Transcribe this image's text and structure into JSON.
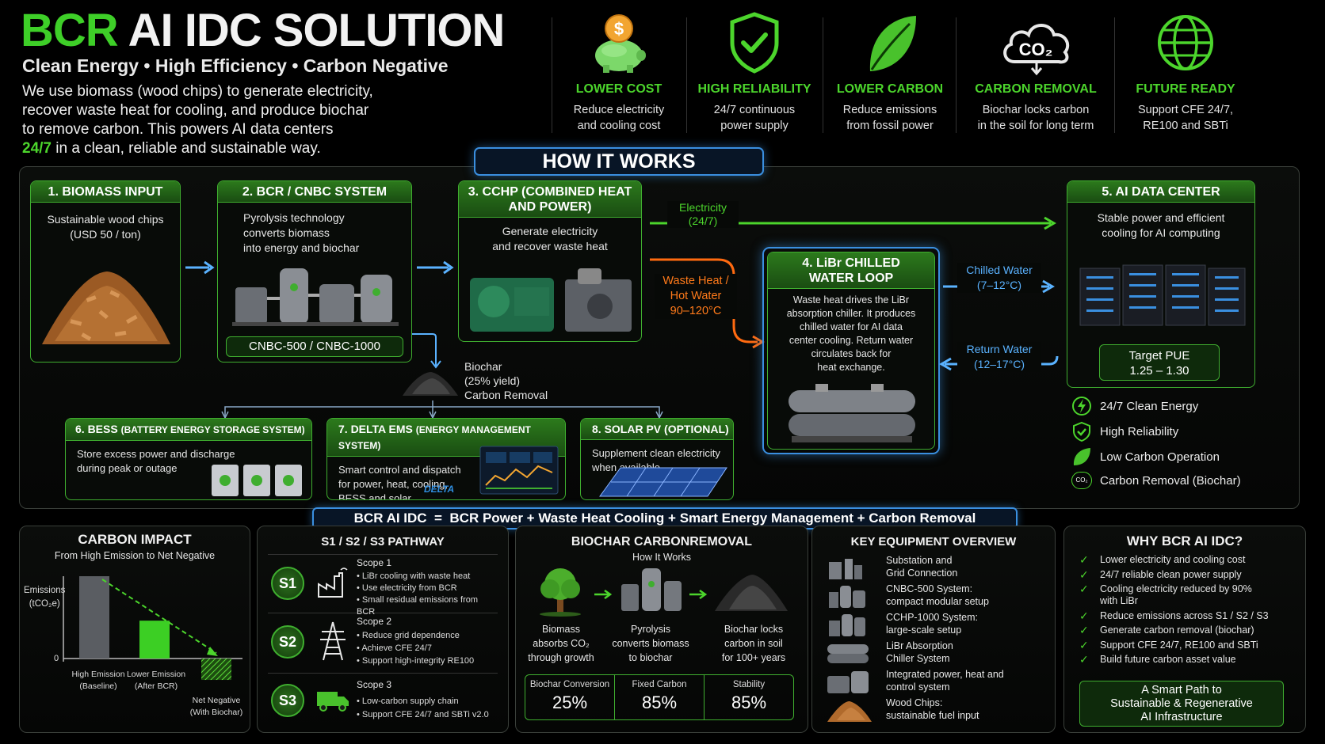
{
  "header": {
    "title_bcr": "BCR",
    "title_rest": " AI IDC SOLUTION",
    "subtitle": "Clean Energy • High Efficiency • Carbon Negative",
    "desc_lines": [
      "We use biomass (wood chips) to generate electricity,",
      "recover waste heat for cooling, and produce biochar",
      "to remove carbon. This powers AI data centers"
    ],
    "desc_highlight": "24/7",
    "desc_last": " in a clean, reliable and sustainable way."
  },
  "benefits": [
    {
      "icon": "piggy-bank-icon",
      "title": "LOWER COST",
      "l1": "Reduce electricity",
      "l2": "and cooling cost"
    },
    {
      "icon": "shield-check-icon",
      "title": "HIGH RELIABILITY",
      "l1": "24/7 continuous",
      "l2": "power supply"
    },
    {
      "icon": "leaf-icon",
      "title": "LOWER CARBON",
      "l1": "Reduce emissions",
      "l2": "from fossil power"
    },
    {
      "icon": "co2-cloud-icon",
      "title": "CARBON REMOVAL",
      "l1": "Biochar locks carbon",
      "l2": "in the soil for long term"
    },
    {
      "icon": "globe-icon",
      "title": "FUTURE READY",
      "l1": "Support CFE 24/7,",
      "l2": "RE100 and SBTi"
    }
  ],
  "co2_label": "CO₂",
  "how": {
    "title": "HOW IT WORKS",
    "s1": {
      "title": "1. BIOMASS INPUT",
      "l1": "Sustainable wood chips",
      "l2": "(USD 50 / ton)"
    },
    "s2": {
      "title": "2. BCR / CNBC SYSTEM",
      "l1": "Pyrolysis technology",
      "l2": "converts biomass",
      "l3": "into energy and biochar",
      "model": "CNBC-500 / CNBC-1000"
    },
    "s3": {
      "title1": "3. CCHP (COMBINED HEAT",
      "title2": "AND POWER)",
      "l1": "Generate electricity",
      "l2": "and recover waste heat"
    },
    "s4": {
      "title1": "4. LiBr CHILLED",
      "title2": "WATER LOOP",
      "lines": [
        "Waste heat drives the LiBr",
        "absorption chiller. It produces",
        "chilled water for AI data",
        "center cooling. Return water",
        "circulates back for",
        "heat exchange."
      ]
    },
    "s5": {
      "title": "5. AI DATA CENTER",
      "l1": "Stable power and efficient",
      "l2": "cooling for AI computing",
      "pue1": "Target PUE",
      "pue2": "1.25 – 1.30"
    },
    "electricity": {
      "l1": "Electricity",
      "l2": "(24/7)"
    },
    "waste_heat": {
      "l1": "Waste Heat /",
      "l2": "Hot Water",
      "l3": "90–120°C"
    },
    "chilled": {
      "l1": "Chilled Water",
      "l2": "(7–12°C)"
    },
    "return": {
      "l1": "Return Water",
      "l2": "(12–17°C)"
    },
    "biochar": {
      "l1": "Biochar",
      "l2": "(25% yield)",
      "l3": "Carbon Removal"
    },
    "s6": {
      "title_a": "6. BESS ",
      "title_b": "(BATTERY ENERGY STORAGE SYSTEM)",
      "l1": "Store excess power and discharge",
      "l2": "during peak or outage"
    },
    "s7": {
      "title_a": "7. DELTA EMS ",
      "title_b": "(ENERGY MANAGEMENT SYSTEM)",
      "l1": "Smart control and dispatch",
      "l2": "for power, heat, cooling,",
      "l3": "BESS and solar",
      "logo": "DELTA"
    },
    "s8": {
      "title_a": "8. SOLAR PV ",
      "title_b": "(OPTIONAL)",
      "l1": "Supplement clean electricity",
      "l2": "when available"
    },
    "features": [
      {
        "icon": "lightning-icon",
        "label": "24/7 Clean Energy"
      },
      {
        "icon": "shield-icon",
        "label": "High Reliability"
      },
      {
        "icon": "leaf-icon",
        "label": "Low Carbon Operation"
      },
      {
        "icon": "co2-icon",
        "label": "Carbon Removal (Biochar)"
      }
    ],
    "co2_small": "CO₂"
  },
  "equation": "BCR AI IDC  =  BCR Power + Waste Heat Cooling + Smart Energy Management + Carbon Removal",
  "carbon_impact": {
    "title": "CARBON IMPACT",
    "subtitle": "From High Emission to Net Negative",
    "ylabel1": "Emissions",
    "ylabel2": "(tCO₂e)",
    "zero": "0",
    "chart_data": {
      "type": "bar",
      "categories": [
        "High Emission (Baseline)",
        "Lower Emission (After BCR)",
        "Net Negative (With Biochar)"
      ],
      "values": [
        100,
        46,
        -26
      ]
    },
    "labels": [
      {
        "l1": "High Emission",
        "l2": "(Baseline)"
      },
      {
        "l1": "Lower Emission",
        "l2": "(After BCR)"
      },
      {
        "l1": "Net Negative",
        "l2": "(With Biochar)"
      }
    ]
  },
  "pathway": {
    "title": "S1 / S2 / S3 PATHWAY",
    "scopes": [
      {
        "badge": "S1",
        "icon": "factory-icon",
        "title": "Scope 1",
        "items": [
          "LiBr cooling with waste heat",
          "Use electricity from BCR",
          "Small residual emissions from BCR"
        ]
      },
      {
        "badge": "S2",
        "icon": "power-tower-icon",
        "title": "Scope 2",
        "items": [
          "Reduce grid dependence",
          "Achieve CFE 24/7",
          "Support high-integrity RE100"
        ]
      },
      {
        "badge": "S3",
        "icon": "truck-icon",
        "title": "Scope 3",
        "items": [
          "Low-carbon supply chain",
          "Support CFE 24/7 and SBTi v2.0"
        ]
      }
    ]
  },
  "biochar": {
    "title": "BIOCHAR CARBONREMOVAL",
    "subtitle": "How It Works",
    "steps": [
      {
        "l1": "Biomass",
        "l2": "absorbs CO₂",
        "l3": "through growth"
      },
      {
        "l1": "Pyrolysis",
        "l2": "converts biomass",
        "l3": "to biochar"
      },
      {
        "l1": "Biochar locks",
        "l2": "carbon in soil",
        "l3": "for 100+ years"
      }
    ],
    "stats": [
      {
        "label": "Biochar Conversion",
        "value": "25%"
      },
      {
        "label": "Fixed Carbon",
        "value": "85%"
      },
      {
        "label": "Stability",
        "value": "85%"
      }
    ]
  },
  "equipment": {
    "title": "KEY EQUIPMENT OVERVIEW",
    "items": [
      {
        "l1": "Substation and",
        "l2": "Grid Connection"
      },
      {
        "l1": "CNBC-500 System:",
        "l2": "compact modular setup"
      },
      {
        "l1": "CCHP-1000 System:",
        "l2": "large-scale setup"
      },
      {
        "l1": "LiBr Absorption",
        "l2": "Chiller System"
      },
      {
        "l1": "Integrated power, heat and",
        "l2": "control system"
      },
      {
        "l1": "Wood Chips:",
        "l2": "sustainable fuel input"
      }
    ]
  },
  "why": {
    "title": "WHY BCR AI IDC?",
    "items": [
      [
        "Lower electricity and cooling cost"
      ],
      [
        "24/7 reliable clean power supply"
      ],
      [
        "Cooling electricity reduced by 90%",
        "with LiBr"
      ],
      [
        "Reduce emissions across S1 / S2 / S3"
      ],
      [
        "Generate carbon removal (biochar)"
      ],
      [
        "Support CFE 24/7, RE100 and SBTi"
      ],
      [
        "Build future carbon asset value"
      ]
    ],
    "cta1": "A Smart Path to",
    "cta2": "Sustainable & Regenerative",
    "cta3": "AI Infrastructure"
  }
}
